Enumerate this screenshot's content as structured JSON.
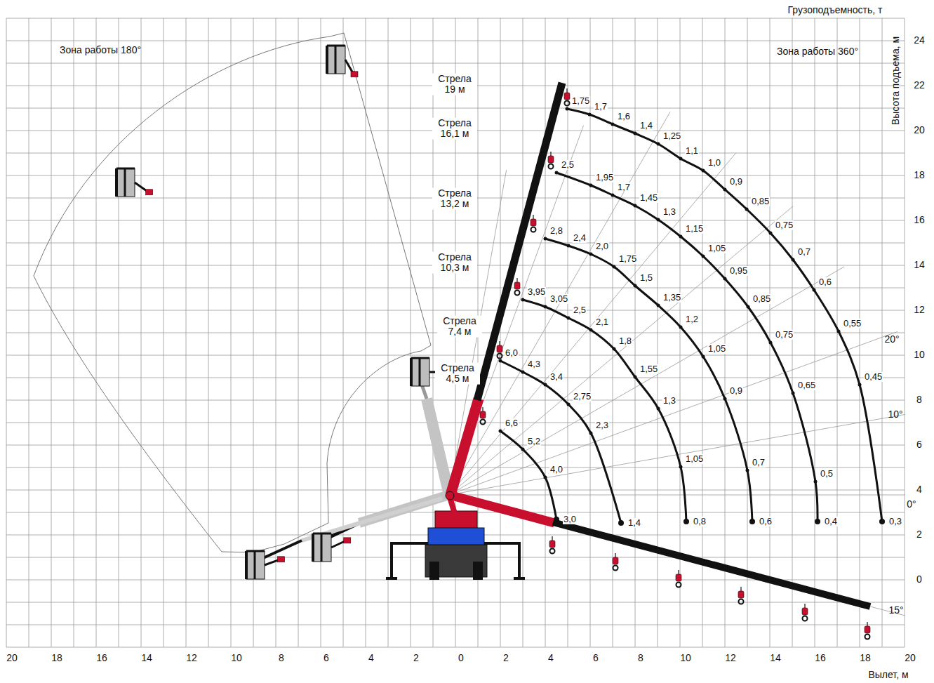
{
  "diagram": {
    "labels": [
      "Грузоподъемность, т",
      "Высота подъема, м",
      "Вылет, м",
      "Зона работы 180°",
      "Зона работы 360°",
      "Стрела 19 м",
      "Стрела 16,1 м",
      "Стрела 13,2 м",
      "Стрела 10,3 м",
      "Стрела 7,4 м",
      "Стрела 4,5 м",
      "20°",
      "10°",
      "0°",
      "15°",
      "20",
      "18",
      "16",
      "14",
      "12",
      "10",
      "8",
      "6",
      "4",
      "2",
      "0",
      "2",
      "4",
      "6",
      "8",
      "10",
      "12",
      "14",
      "16",
      "18",
      "20",
      "24",
      "22",
      "20",
      "18",
      "16",
      "14",
      "12",
      "10",
      "8",
      "6",
      "4",
      "2",
      "0",
      "1,75",
      "1,7",
      "1,6",
      "1,4",
      "1,25",
      "1,1",
      "1,0",
      "0,9",
      "0,85",
      "0,75",
      "0,7",
      "0,6",
      "0,55",
      "0,45",
      "0,3",
      "2,5",
      "1,95",
      "1,7",
      "1,45",
      "1,3",
      "1,15",
      "1,05",
      "0,95",
      "0,85",
      "0,75",
      "0,65",
      "0,5",
      "0,4",
      "2,8",
      "2,4",
      "2,0",
      "1,75",
      "1,5",
      "1,35",
      "1,2",
      "1,05",
      "0,9",
      "0,7",
      "0,6",
      "3,95",
      "3,05",
      "2,5",
      "2,1",
      "1,8",
      "1,55",
      "1,3",
      "1,05",
      "0,8",
      "6,0",
      "4,3",
      "3,4",
      "2,75",
      "2,3",
      "1,4",
      "6,6",
      "5,2",
      "4,0",
      "3,0"
    ]
  }
}
